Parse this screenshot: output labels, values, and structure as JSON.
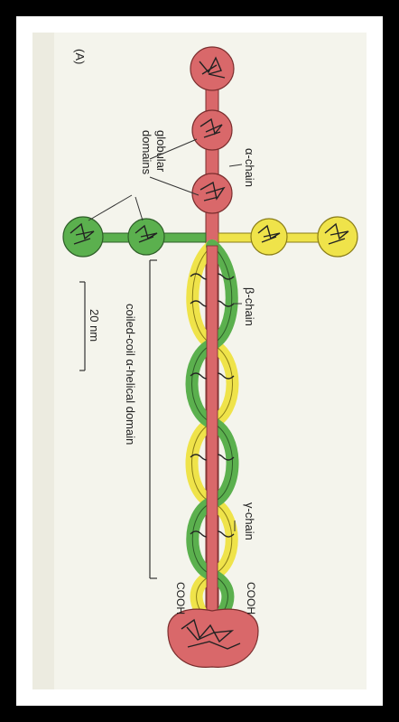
{
  "figure": {
    "panel_label": "(A)",
    "labels": {
      "alpha_chain": "α-chain",
      "beta_chain": "β-chain",
      "gamma_chain": "γ-chain",
      "globular": "globular",
      "domains": "domains",
      "scale": "20 nm",
      "coiled_coil": "coiled-coil α-helical domain",
      "cooh_left": "COOH",
      "cooh_right": "COOH"
    },
    "colors": {
      "alpha": "#d9686a",
      "beta": "#5bb04e",
      "gamma": "#efe34a",
      "background": "#f4f4ec"
    }
  }
}
